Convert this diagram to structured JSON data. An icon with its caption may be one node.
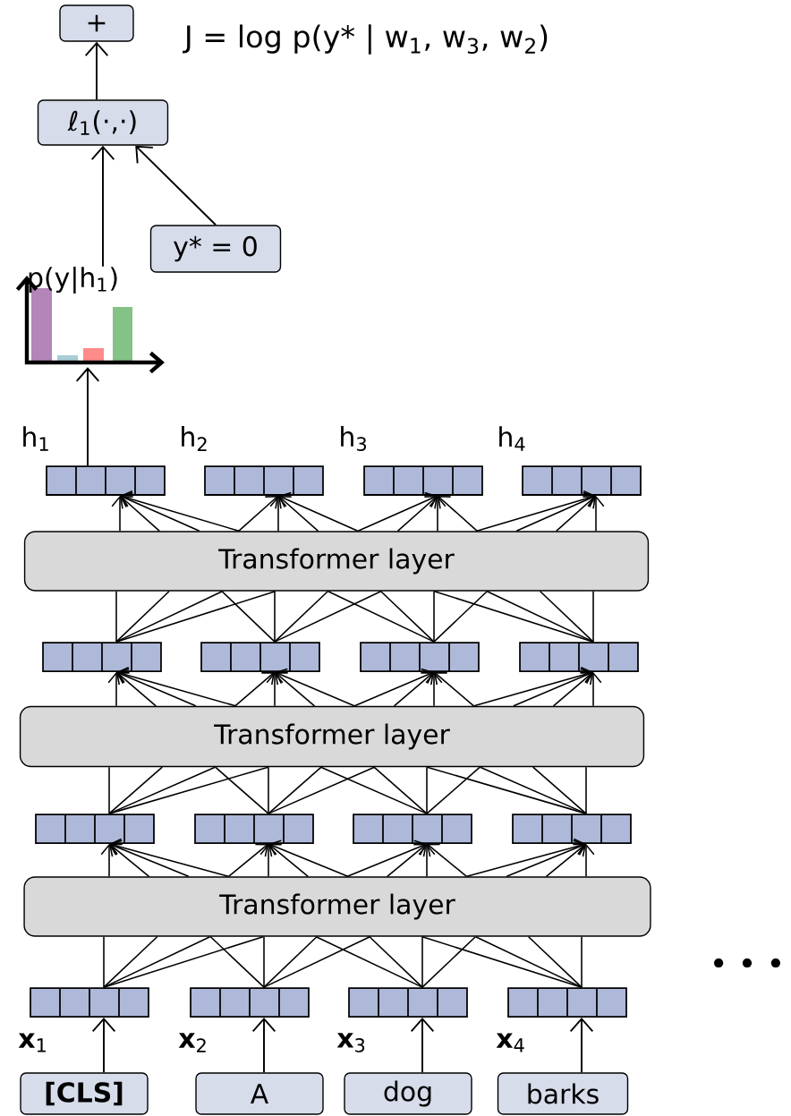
{
  "diagram": {
    "nodes": [
      {
        "text": [
          "+"
        ]
      },
      {
        "text": [
          "ℓ$_{1}$(·,·)"
        ]
      },
      {
        "text": [
          "y* = 0"
        ]
      },
      {
        "text": [
          "p(y|h$_{1}$)"
        ]
      },
      {
        "text": [],
        "shape": "box",
        "beside": [
          "h$_{1}$"
        ]
      },
      {
        "text": [],
        "shape": "box",
        "beside": [
          "h$_{2}$"
        ]
      },
      {
        "text": [],
        "shape": "box",
        "beside": [
          "h$_{3}$"
        ]
      },
      {
        "text": [],
        "shape": "box",
        "beside": [
          "h$_{4}$"
        ]
      },
      {
        "text": [
          "Transformer layer"
        ]
      },
      {
        "text": [],
        "shape": "box"
      },
      {
        "text": [],
        "shape": "box"
      },
      {
        "text": [],
        "shape": "box"
      },
      {
        "text": [],
        "shape": "box"
      },
      {
        "text": [
          "Transformer layer"
        ]
      },
      {
        "text": [],
        "shape": "box"
      },
      {
        "text": [],
        "shape": "box"
      },
      {
        "text": [],
        "shape": "box"
      },
      {
        "text": [],
        "shape": "box"
      },
      {
        "text": [
          "Transformer layer"
        ]
      },
      {
        "text": [],
        "shape": "box",
        "beside": [
          "**x**$_{1}$"
        ]
      },
      {
        "text": [],
        "shape": "box",
        "beside": [
          "**x**$_{2}$"
        ]
      },
      {
        "text": [],
        "shape": "box",
        "beside": [
          "**x**$_{3}$"
        ]
      },
      {
        "text": [],
        "shape": "box",
        "beside": [
          "**x**$_{4}$"
        ]
      },
      {
        "text": [
          "**[CLS]**"
        ]
      },
      {
        "text": [
          "A"
        ]
      },
      {
        "text": [
          "dog"
        ]
      },
      {
        "text": [
          "barks"
        ]
      }
    ],
    "edges": [
      {
        "from": 1,
        "to": 0,
        "arrow": "to"
      },
      {
        "from": 3,
        "to": 1,
        "arrow": "to"
      },
      {
        "from": 2,
        "to": 1,
        "arrow": "to"
      },
      {
        "from": 4,
        "to": 3,
        "arrow": "to"
      },
      {
        "from": 9,
        "to": 8,
        "arrow": "none"
      },
      {
        "from": 9,
        "to": 8,
        "arrow": "none"
      },
      {
        "from": 9,
        "to": 8,
        "arrow": "none"
      },
      {
        "from": 9,
        "to": 8,
        "arrow": "none"
      },
      {
        "from": 10,
        "to": 8,
        "arrow": "none"
      },
      {
        "from": 10,
        "to": 8,
        "arrow": "none"
      },
      {
        "from": 10,
        "to": 8,
        "arrow": "none"
      },
      {
        "from": 10,
        "to": 8,
        "arrow": "none"
      },
      {
        "from": 11,
        "to": 8,
        "arrow": "none"
      },
      {
        "from": 11,
        "to": 8,
        "arrow": "none"
      },
      {
        "from": 11,
        "to": 8,
        "arrow": "none"
      },
      {
        "from": 11,
        "to": 8,
        "arrow": "none"
      },
      {
        "from": 12,
        "to": 8,
        "arrow": "none"
      },
      {
        "from": 12,
        "to": 8,
        "arrow": "none"
      },
      {
        "from": 12,
        "to": 8,
        "arrow": "none"
      },
      {
        "from": 12,
        "to": 8,
        "arrow": "none"
      },
      {
        "from": 8,
        "to": 4,
        "arrow": "to"
      },
      {
        "from": 8,
        "to": 4,
        "arrow": "to"
      },
      {
        "from": 8,
        "to": 4,
        "arrow": "to"
      },
      {
        "from": 8,
        "to": 4,
        "arrow": "to"
      },
      {
        "from": 8,
        "to": 5,
        "arrow": "to"
      },
      {
        "from": 8,
        "to": 5,
        "arrow": "to"
      },
      {
        "from": 8,
        "to": 5,
        "arrow": "to"
      },
      {
        "from": 8,
        "to": 5,
        "arrow": "to"
      },
      {
        "from": 8,
        "to": 6,
        "arrow": "to"
      },
      {
        "from": 8,
        "to": 6,
        "arrow": "to"
      },
      {
        "from": 8,
        "to": 6,
        "arrow": "to"
      },
      {
        "from": 8,
        "to": 6,
        "arrow": "to"
      },
      {
        "from": 8,
        "to": 7,
        "arrow": "to"
      },
      {
        "from": 8,
        "to": 7,
        "arrow": "to"
      },
      {
        "from": 8,
        "to": 7,
        "arrow": "to"
      },
      {
        "from": 8,
        "to": 7,
        "arrow": "to"
      },
      {
        "from": 14,
        "to": 13,
        "arrow": "none"
      },
      {
        "from": 14,
        "to": 13,
        "arrow": "none"
      },
      {
        "from": 14,
        "to": 13,
        "arrow": "none"
      },
      {
        "from": 14,
        "to": 13,
        "arrow": "none"
      },
      {
        "from": 15,
        "to": 13,
        "arrow": "none"
      },
      {
        "from": 15,
        "to": 13,
        "arrow": "none"
      },
      {
        "from": 15,
        "to": 13,
        "arrow": "none"
      },
      {
        "from": 15,
        "to": 13,
        "arrow": "none"
      },
      {
        "from": 16,
        "to": 13,
        "arrow": "none"
      },
      {
        "from": 16,
        "to": 13,
        "arrow": "none"
      },
      {
        "from": 16,
        "to": 13,
        "arrow": "none"
      },
      {
        "from": 16,
        "to": 13,
        "arrow": "none"
      },
      {
        "from": 17,
        "to": 13,
        "arrow": "none"
      },
      {
        "from": 17,
        "to": 13,
        "arrow": "none"
      },
      {
        "from": 17,
        "to": 13,
        "arrow": "none"
      },
      {
        "from": 17,
        "to": 13,
        "arrow": "none"
      },
      {
        "from": 13,
        "to": 9,
        "arrow": "to"
      },
      {
        "from": 13,
        "to": 9,
        "arrow": "to"
      },
      {
        "from": 13,
        "to": 9,
        "arrow": "to"
      },
      {
        "from": 13,
        "to": 9,
        "arrow": "to"
      },
      {
        "from": 13,
        "to": 10,
        "arrow": "to"
      },
      {
        "from": 13,
        "to": 10,
        "arrow": "to"
      },
      {
        "from": 13,
        "to": 10,
        "arrow": "to"
      },
      {
        "from": 13,
        "to": 10,
        "arrow": "to"
      },
      {
        "from": 13,
        "to": 11,
        "arrow": "to"
      },
      {
        "from": 13,
        "to": 11,
        "arrow": "to"
      },
      {
        "from": 13,
        "to": 11,
        "arrow": "to"
      },
      {
        "from": 13,
        "to": 11,
        "arrow": "to"
      },
      {
        "from": 13,
        "to": 12,
        "arrow": "to"
      },
      {
        "from": 13,
        "to": 12,
        "arrow": "to"
      },
      {
        "from": 13,
        "to": 12,
        "arrow": "to"
      },
      {
        "from": 13,
        "to": 12,
        "arrow": "to"
      },
      {
        "from": 19,
        "to": 18,
        "arrow": "none"
      },
      {
        "from": 19,
        "to": 18,
        "arrow": "none"
      },
      {
        "from": 19,
        "to": 18,
        "arrow": "none"
      },
      {
        "from": 19,
        "to": 18,
        "arrow": "none"
      },
      {
        "from": 20,
        "to": 18,
        "arrow": "none"
      },
      {
        "from": 20,
        "to": 18,
        "arrow": "none"
      },
      {
        "from": 20,
        "to": 18,
        "arrow": "none"
      },
      {
        "from": 20,
        "to": 18,
        "arrow": "none"
      },
      {
        "from": 21,
        "to": 18,
        "arrow": "none"
      },
      {
        "from": 21,
        "to": 18,
        "arrow": "none"
      },
      {
        "from": 21,
        "to": 18,
        "arrow": "none"
      },
      {
        "from": 21,
        "to": 18,
        "arrow": "none"
      },
      {
        "from": 22,
        "to": 18,
        "arrow": "none"
      },
      {
        "from": 22,
        "to": 18,
        "arrow": "none"
      },
      {
        "from": 22,
        "to": 18,
        "arrow": "none"
      },
      {
        "from": 22,
        "to": 18,
        "arrow": "none"
      },
      {
        "from": 18,
        "to": 14,
        "arrow": "to"
      },
      {
        "from": 18,
        "to": 14,
        "arrow": "to"
      },
      {
        "from": 18,
        "to": 14,
        "arrow": "to"
      },
      {
        "from": 18,
        "to": 14,
        "arrow": "to"
      },
      {
        "from": 18,
        "to": 15,
        "arrow": "to"
      },
      {
        "from": 18,
        "to": 15,
        "arrow": "to"
      },
      {
        "from": 18,
        "to": 15,
        "arrow": "to"
      },
      {
        "from": 18,
        "to": 15,
        "arrow": "to"
      },
      {
        "from": 18,
        "to": 16,
        "arrow": "to"
      },
      {
        "from": 18,
        "to": 16,
        "arrow": "to"
      },
      {
        "from": 18,
        "to": 16,
        "arrow": "to"
      },
      {
        "from": 18,
        "to": 16,
        "arrow": "to"
      },
      {
        "from": 18,
        "to": 17,
        "arrow": "to"
      },
      {
        "from": 18,
        "to": 17,
        "arrow": "to"
      },
      {
        "from": 18,
        "to": 17,
        "arrow": "to"
      },
      {
        "from": 18,
        "to": 17,
        "arrow": "to"
      },
      {
        "from": 23,
        "to": 19,
        "arrow": "to"
      },
      {
        "from": 24,
        "to": 20,
        "arrow": "to"
      },
      {
        "from": 25,
        "to": 21,
        "arrow": "to"
      },
      {
        "from": 26,
        "to": 22,
        "arrow": "to"
      }
    ],
    "labels": [
      "J = log p(y* | w$_{1}$, w$_{3}$, w$_{2}$)",
      "• • •"
    ]
  }
}
